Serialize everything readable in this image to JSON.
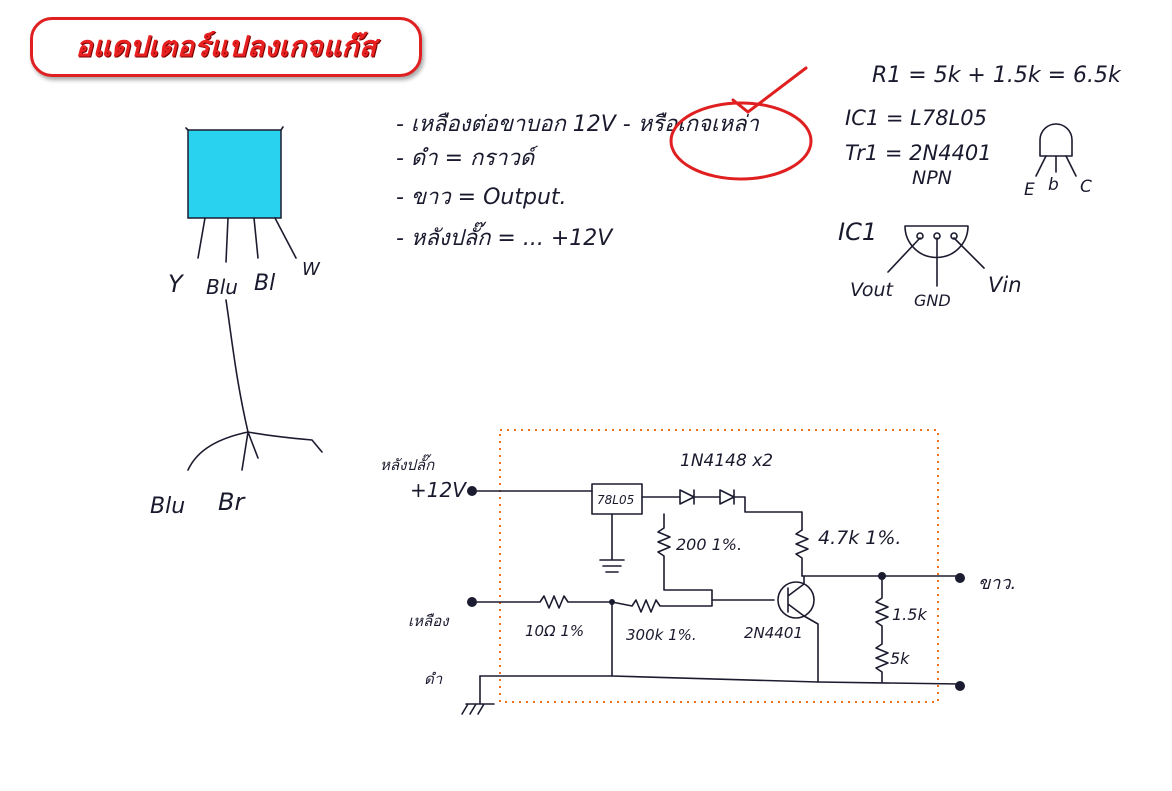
{
  "title": "อแดปเตอร์แปลงเกจแก๊ส",
  "sensor": {
    "wire_labels": [
      "Y",
      "Blu",
      "Bl",
      "W"
    ],
    "bottom_labels": [
      "Blu",
      "Br"
    ]
  },
  "notes": {
    "lines": [
      "- เหลืองต่อขาบอก 12V - หรือเกจเหล่า",
      "- ดำ = กราวด์",
      "- ขาว = Output.",
      "- หลังปลั๊ก = ... +12V"
    ],
    "circled": "หรือเกจเหล่า"
  },
  "components": {
    "r1": "R1 = 5k + 1.5k = 6.5k",
    "ic1": "IC1 = L78L05",
    "tr1": "Tr1 = 2N4401",
    "npn": "NPN",
    "pins_transistor": [
      "E",
      "b",
      "C"
    ],
    "ic1_label": "IC1",
    "pins_ic": [
      "Vout",
      "GND",
      "Vin"
    ]
  },
  "schematic": {
    "in_12v_label1": "หลังปลั๊ก",
    "in_12v_label2": "+12V",
    "regulator": "78L05",
    "diodes": "1N4148 x2",
    "r_200": "200 1%.",
    "r_47k": "4.7k 1%.",
    "input_yellow": "เหลือง",
    "r_10": "10Ω 1%",
    "r_300k": "300k 1%.",
    "transistor": "2N4401",
    "r_15k": "1.5k",
    "r_5k": "5k",
    "out_label": "ขาว.",
    "gnd_label": "ดำ"
  },
  "colors": {
    "title": "#e82020",
    "sensor_fill": "#29d3f0",
    "circle": "#e02020",
    "box_border": "#f07020",
    "ink": "#1c1c30"
  }
}
